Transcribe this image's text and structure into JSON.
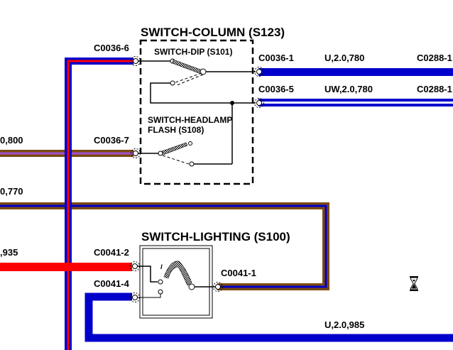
{
  "colors": {
    "blue": "#0000cc",
    "red": "#ff0000",
    "brown": "#7b4a12",
    "violet": "#a050d0",
    "black": "#000000",
    "background": "#ffffff"
  },
  "components": {
    "switch_column": {
      "title": "SWITCH-COLUMN (S123)",
      "dip": "SWITCH-DIP (S101)",
      "flash_line1": "SWITCH-HEADLAMP",
      "flash_line2": "FLASH (S108)"
    },
    "switch_lighting": {
      "title": "SWITCH-LIGHTING (S100)",
      "position_mark": "I"
    }
  },
  "connectors": {
    "c0036_6": "C0036-6",
    "c0036_7": "C0036-7",
    "c0036_1": "C0036-1",
    "c0036_5": "C0036-5",
    "c0288_1a": "C0288-1",
    "c0288_1b": "C0288-1",
    "c0041_2": "C0041-2",
    "c0041_4": "C0041-4",
    "c0041_1": "C0041-1"
  },
  "wires": {
    "w_c0036_1": "U,2.0,780",
    "w_c0036_5": "UW,2.0,780",
    "w_left_800": "0,800",
    "w_left_770": "0,770",
    "w_left_935": ",935",
    "w_bottom": "U,2.0,985"
  },
  "status": {
    "busy_cursor": "hourglass-icon"
  }
}
